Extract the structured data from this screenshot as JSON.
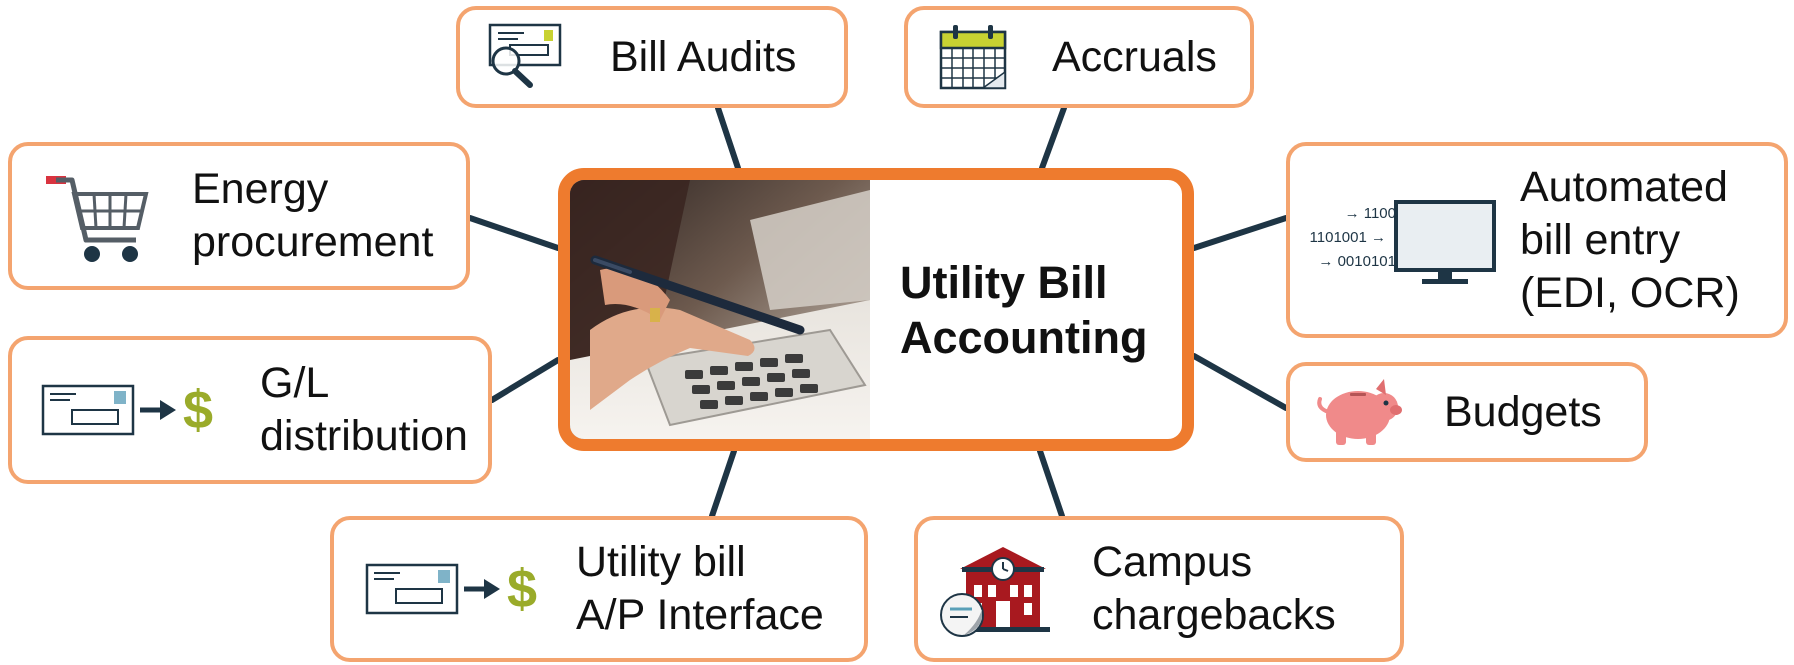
{
  "center": {
    "title_line1": "Utility Bill",
    "title_line2": "Accounting"
  },
  "nodes": {
    "bill_audits": {
      "label": "Bill Audits",
      "icon": "magnifier-document-icon"
    },
    "accruals": {
      "label": "Accruals",
      "icon": "calendar-icon"
    },
    "energy_procurement": {
      "line1": "Energy",
      "line2": "procurement",
      "icon": "shopping-cart-icon"
    },
    "automated_entry": {
      "line1": "Automated",
      "line2": "bill entry",
      "line3": "(EDI, OCR)",
      "icon": "monitor-binary-icon",
      "binary": [
        "→ 1100",
        "1101001 →",
        "→ 0010101"
      ]
    },
    "gl_distribution": {
      "line1": "G/L",
      "line2": "distribution",
      "icon": "envelope-dollar-icon",
      "dollar": "$"
    },
    "budgets": {
      "label": "Budgets",
      "icon": "piggy-bank-icon"
    },
    "ap_interface": {
      "line1": "Utility bill",
      "line2": "A/P Interface",
      "icon": "envelope-dollar-icon",
      "dollar": "$"
    },
    "chargebacks": {
      "line1": "Campus",
      "line2": "chargebacks",
      "icon": "campus-building-icon"
    }
  },
  "colors": {
    "node_border": "#f4a46f",
    "center_border": "#ee7b2e",
    "connector": "#1e3545",
    "dollar": "#9aab2a",
    "calendar": "#c8d232",
    "piggy": "#f08a8a",
    "building": "#a8191f",
    "cart_handle": "#d9333f"
  }
}
